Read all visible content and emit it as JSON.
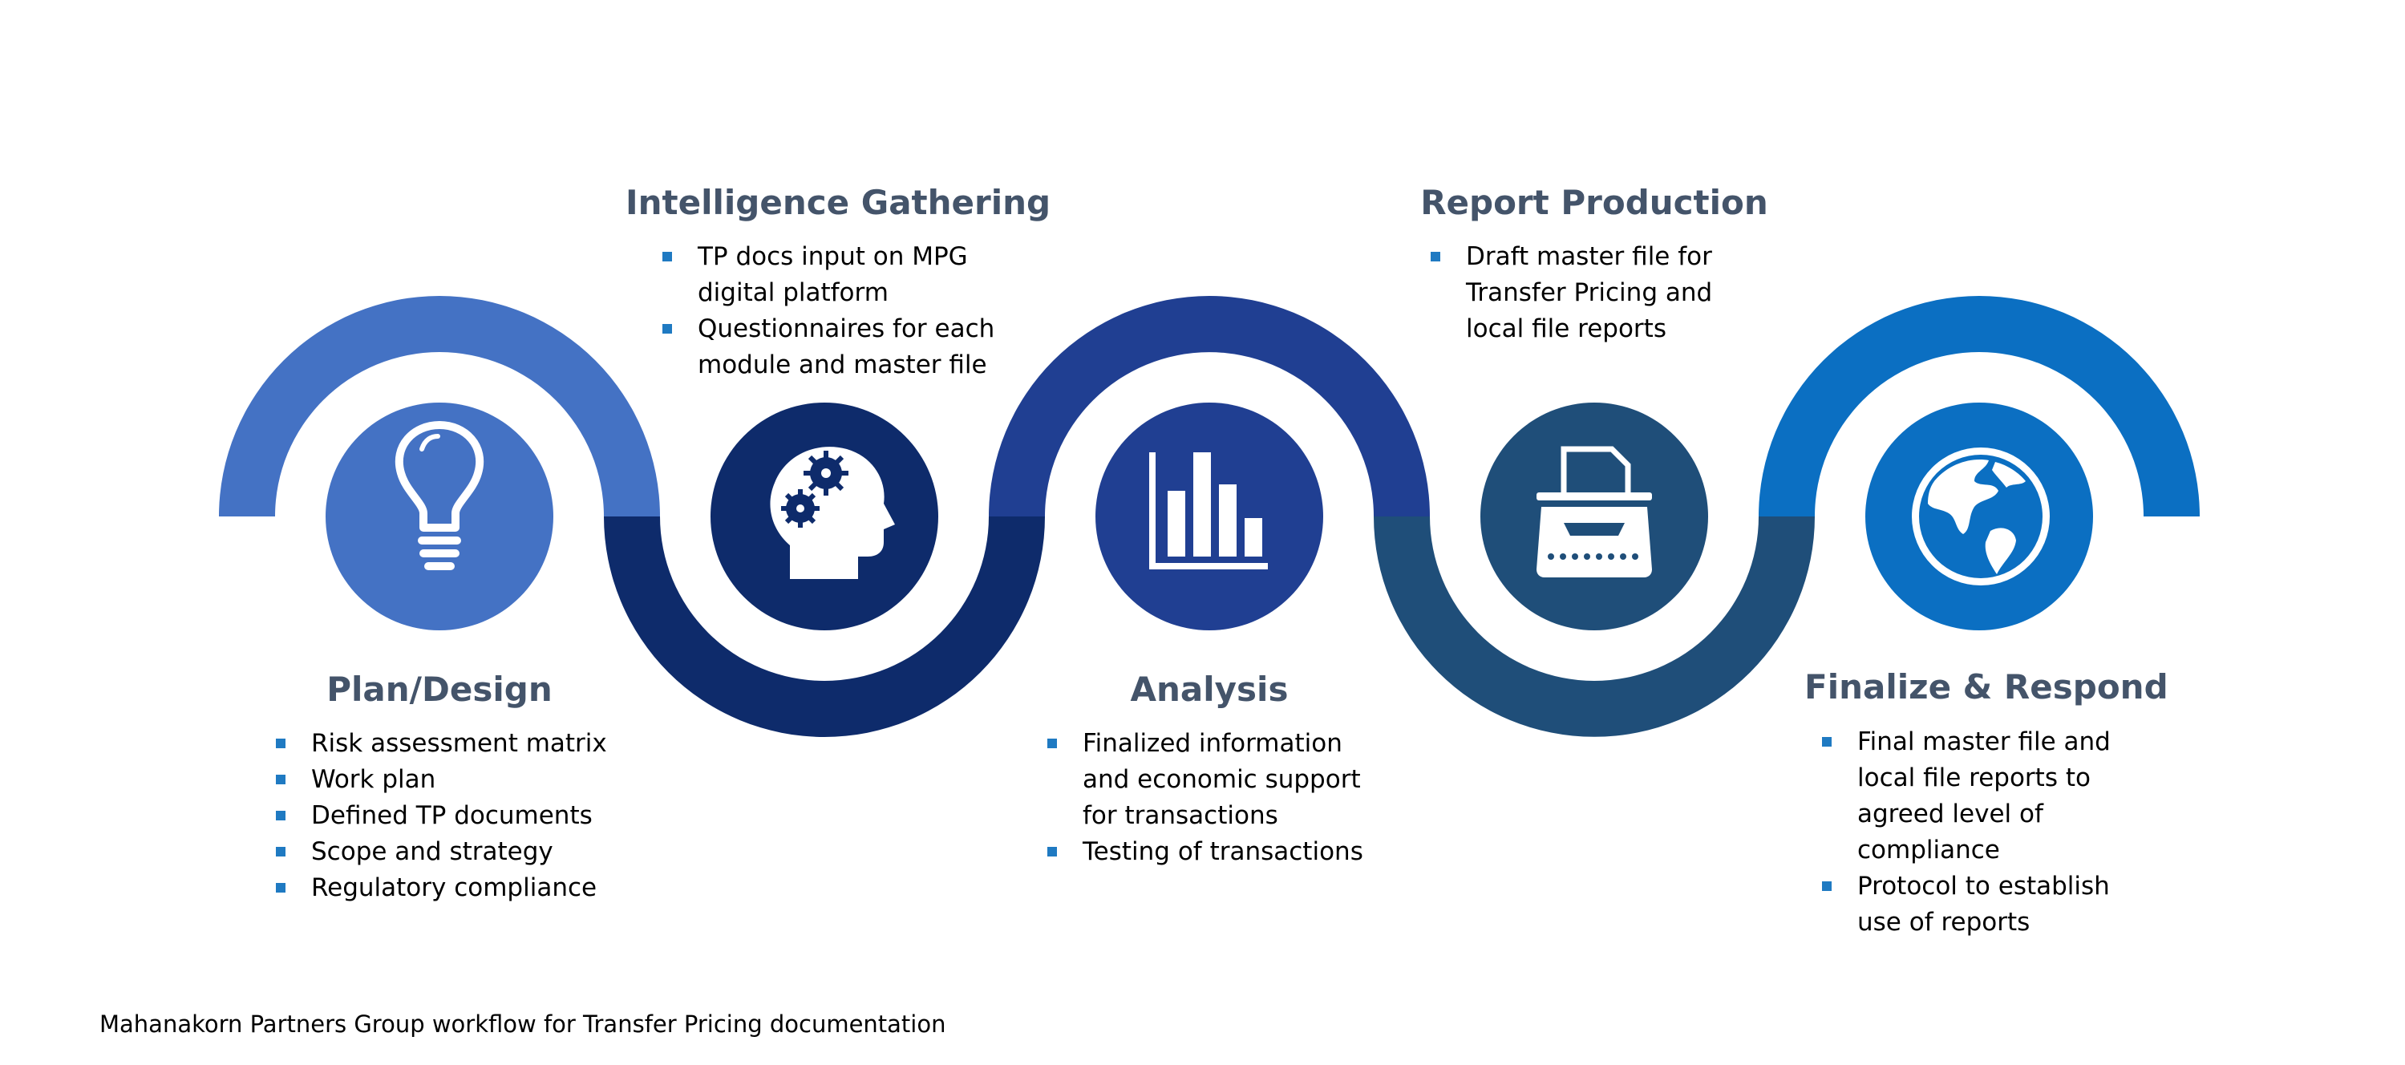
{
  "caption": "Mahanakorn Partners Group workflow for Transfer Pricing documentation",
  "colors": {
    "plan": "#4472c4",
    "intelligence": "#0e2b6b",
    "analysis": "#203f92",
    "report": "#1f4e79",
    "finalize": "#0b6fc2",
    "title": "#44546a",
    "bullet": "#1f7ac2"
  },
  "steps": [
    {
      "title": "Plan/Design",
      "icon": "lightbulb-icon",
      "bullets": [
        "Risk assessment matrix",
        "Work plan",
        "Defined TP documents",
        "Scope and strategy",
        "Regulatory compliance"
      ]
    },
    {
      "title": "Intelligence Gathering",
      "icon": "head-gears-icon",
      "bullets": [
        "TP docs input on MPG digital platform",
        "Questionnaires for each module and master file"
      ]
    },
    {
      "title": "Analysis",
      "icon": "bar-chart-icon",
      "bullets": [
        "Finalized information and economic support for transactions",
        "Testing of transactions"
      ]
    },
    {
      "title": "Report Production",
      "icon": "typewriter-icon",
      "bullets": [
        "Draft master file for Transfer Pricing and local file reports"
      ]
    },
    {
      "title": "Finalize & Respond",
      "icon": "globe-icon",
      "bullets": [
        "Final master file and local file reports to agreed level of compliance",
        "Protocol to establish use of reports"
      ]
    }
  ]
}
